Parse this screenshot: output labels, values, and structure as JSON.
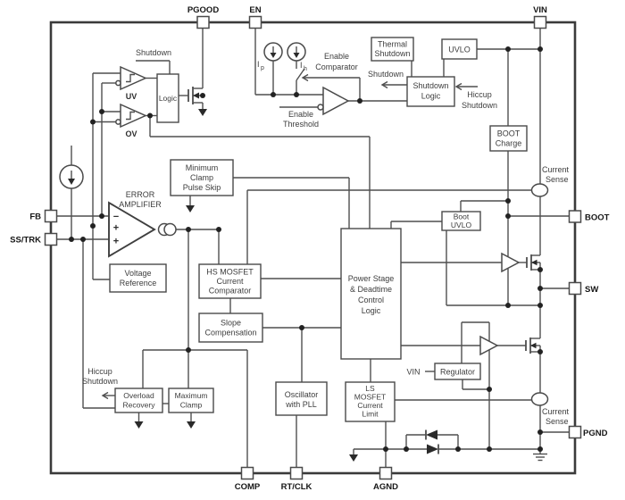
{
  "pins": {
    "pgood": "PGOOD",
    "en": "EN",
    "vin": "VIN",
    "fb": "FB",
    "ss_trk": "SS/TRK",
    "comp": "COMP",
    "rt_clk": "RT/CLK",
    "agnd": "AGND",
    "boot": "BOOT",
    "sw": "SW",
    "pgnd": "PGND"
  },
  "blocks": {
    "logic": {
      "lines": [
        "Logic"
      ]
    },
    "thermal_shutdown": {
      "lines": [
        "Thermal",
        "Shutdown"
      ]
    },
    "uvlo": {
      "lines": [
        "UVLO"
      ]
    },
    "shutdown_logic": {
      "lines": [
        "Shutdown",
        "Logic"
      ]
    },
    "boot_charge": {
      "lines": [
        "BOOT",
        "Charge"
      ]
    },
    "boot_uvlo": {
      "lines": [
        "Boot",
        "UVLO"
      ]
    },
    "minimum_clamp": {
      "lines": [
        "Minimum",
        "Clamp",
        "Pulse Skip"
      ]
    },
    "hs_mosfet_comparator": {
      "lines": [
        "HS MOSFET",
        "Current",
        "Comparator"
      ]
    },
    "slope_compensation": {
      "lines": [
        "Slope",
        "Compensation"
      ]
    },
    "voltage_reference": {
      "lines": [
        "Voltage",
        "Reference"
      ]
    },
    "power_stage": {
      "lines": [
        "Power Stage",
        "& Deadtime",
        "Control",
        "Logic"
      ]
    },
    "overload_recovery": {
      "lines": [
        "Overload",
        "Recovery"
      ]
    },
    "maximum_clamp": {
      "lines": [
        "Maximum",
        "Clamp"
      ]
    },
    "oscillator": {
      "lines": [
        "Oscillator",
        "with PLL"
      ]
    },
    "ls_mosfet_current_limit": {
      "lines": [
        "LS",
        "MOSFET",
        "Current",
        "Limit"
      ]
    },
    "regulator": {
      "lines": [
        "Regulator"
      ]
    }
  },
  "annotations": {
    "shutdown_top": "Shutdown",
    "uv": "UV",
    "ov": "OV",
    "error_amplifier": {
      "lines": [
        "ERROR",
        "AMPLIFIER"
      ]
    },
    "enable_comparator": {
      "lines": [
        "Enable",
        "Comparator"
      ]
    },
    "enable_threshold": {
      "lines": [
        "Enable",
        "Threshold"
      ]
    },
    "shutdown_signal": "Shutdown",
    "hiccup_shutdown_right": {
      "lines": [
        "Hiccup",
        "Shutdown"
      ]
    },
    "hiccup_shutdown_left": {
      "lines": [
        "Hiccup",
        "Shutdown"
      ]
    },
    "current_sense_top": {
      "lines": [
        "Current",
        "Sense"
      ]
    },
    "current_sense_bottom": {
      "lines": [
        "Current",
        "Sense"
      ]
    },
    "vin_regulator": "VIN",
    "ip_main": "I",
    "ip_sub": "p",
    "ih_main": "I",
    "ih_sub": "h",
    "ea_minus": "−",
    "ea_plus_1": "+",
    "ea_plus_2": "+"
  },
  "colors": {
    "wire": "#4f4f4f",
    "box_border": "#4a4a4a",
    "label_text": "#3d3d3d",
    "pin_text": "#161616",
    "background": "#ffffff"
  }
}
